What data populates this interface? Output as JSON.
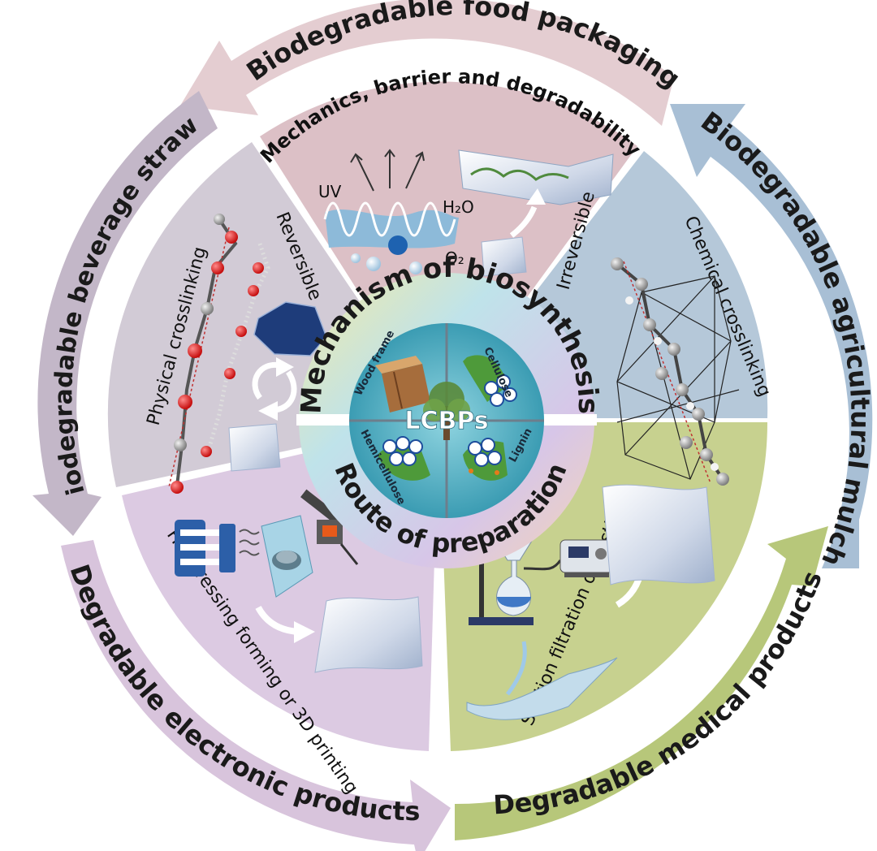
{
  "outer_ring": {
    "food_packaging": "Biodegradable food packaging",
    "agricultural_mulch": "Biodegradable agricultural mulch",
    "medical_products": "Degradable medical products",
    "electronic_products": "Degradable electronic  products",
    "beverage_straws": "Biodegradable beverage straws"
  },
  "sectors": {
    "top": "Mechanics, barrier and degradability",
    "right_a": "Irreversible",
    "right_b": "Chemical crosslinking",
    "bottom_right": "Suction filtration or casting",
    "bottom_left": "Hot-pressing forming or 3D printing",
    "left_a": "Physical crosslinking",
    "left_b": "Reversible"
  },
  "labels": {
    "uv": "UV",
    "h2o": "H₂O",
    "o2": "O₂"
  },
  "center": {
    "top_arc": "Mechanism of biosynthesis",
    "bottom_arc": "Route of preparation",
    "core_title": "LCBPs",
    "wood_frame": "Wood frame",
    "cellulose": "Cellulose",
    "hemicellulose": "Hemicellulose",
    "lignin": "Lignin"
  },
  "colors": {
    "food": "#e3c9cd",
    "mulch": "#a9c0d4",
    "medical": "#b9c77a",
    "electronic": "#d7c3dc",
    "straws": "#c5b9c9",
    "sector_top": "#ddc0c6",
    "sector_right": "#b6c8d8",
    "sector_br": "#c6d08d",
    "sector_bl": "#ddcbe2",
    "sector_left": "#d3ccd6",
    "core": "#5fb7c9"
  }
}
